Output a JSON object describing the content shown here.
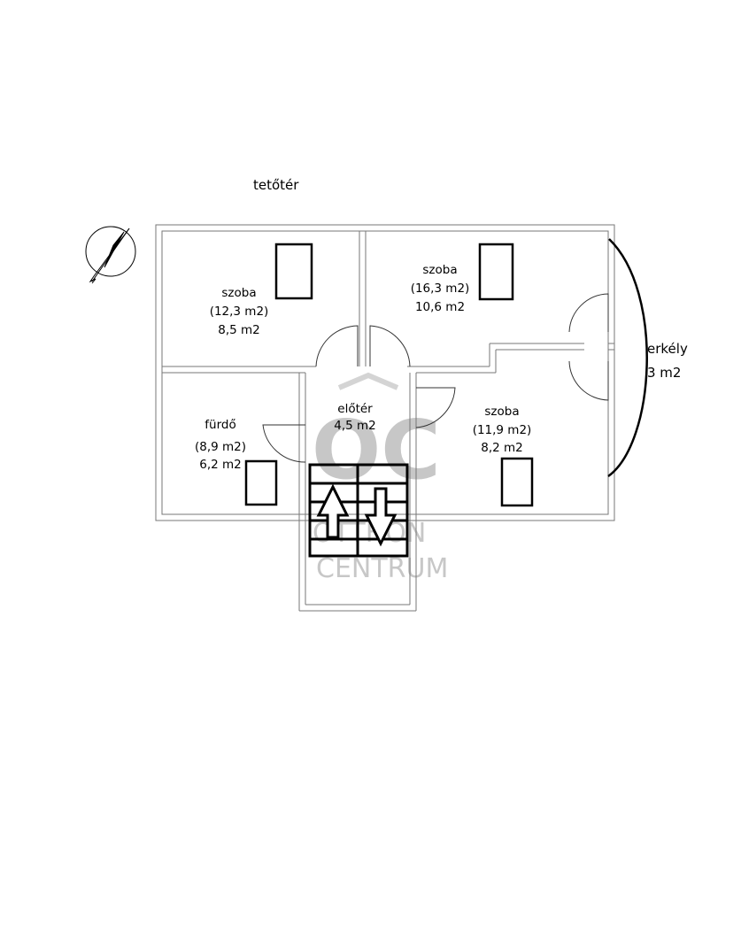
{
  "title": "tetőtér",
  "rooms": [
    {
      "name": "szoba",
      "gross": "(12,3 m2)",
      "net": "8,5 m2"
    },
    {
      "name": "szoba",
      "gross": "(16,3 m2)",
      "net": "10,6 m2"
    },
    {
      "name": "fürdő",
      "gross": "(8,9 m2)",
      "net": "6,2 m2"
    },
    {
      "name": "előtér",
      "net": "4,5 m2"
    },
    {
      "name": "szoba",
      "gross": "(11,9 m2)",
      "net": "8,2 m2"
    }
  ],
  "balcony": {
    "name": "erkély",
    "area": "3 m2"
  },
  "watermark": {
    "logo": "OC",
    "text_top": "OTTHON",
    "text_bottom": "CENTRUM"
  },
  "icons": {
    "compass": "north-arrow-icon",
    "stairs_up": "arrow-up-icon",
    "stairs_down": "arrow-down-icon"
  }
}
